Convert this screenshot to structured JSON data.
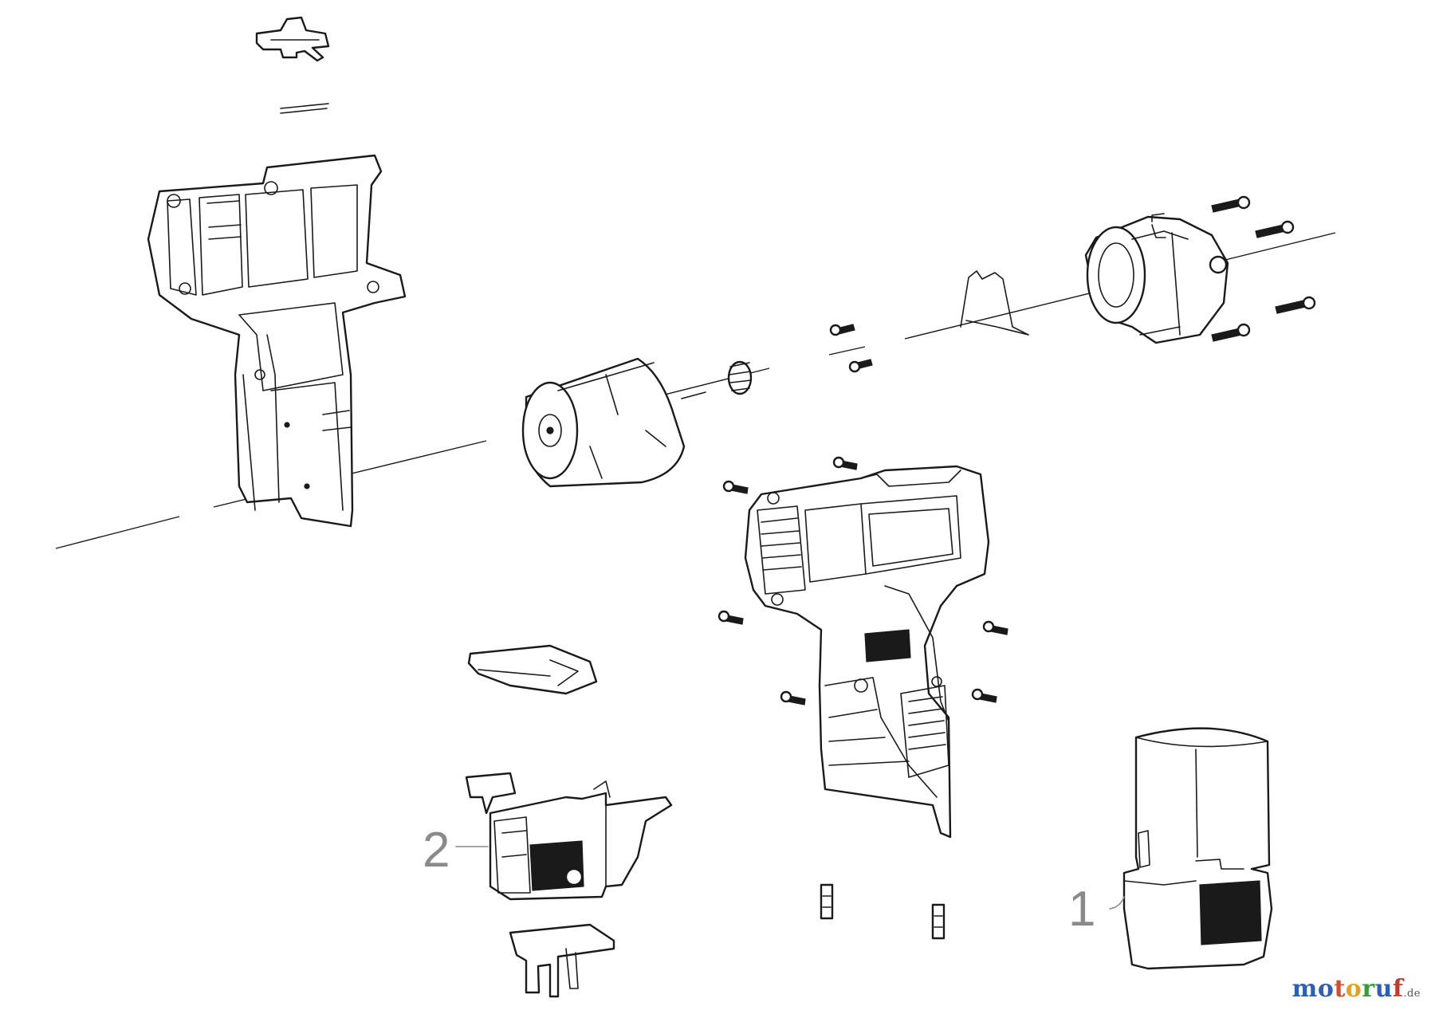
{
  "callouts": [
    {
      "number": "1",
      "part": "battery-pack"
    },
    {
      "number": "2",
      "part": "trigger-switch"
    }
  ],
  "brand": {
    "letters": [
      {
        "ch": "m",
        "color": "#2f5fb0"
      },
      {
        "ch": "o",
        "color": "#2f5fb0"
      },
      {
        "ch": "t",
        "color": "#d64a2e"
      },
      {
        "ch": "o",
        "color": "#e3a21a"
      },
      {
        "ch": "r",
        "color": "#3a9a3a"
      },
      {
        "ch": "u",
        "color": "#2f5fb0"
      },
      {
        "ch": "f",
        "color": "#c0392b"
      }
    ],
    "suffix": ".de"
  },
  "colors": {
    "line": "#1a1a1a",
    "callout": "#8a8a8a"
  }
}
